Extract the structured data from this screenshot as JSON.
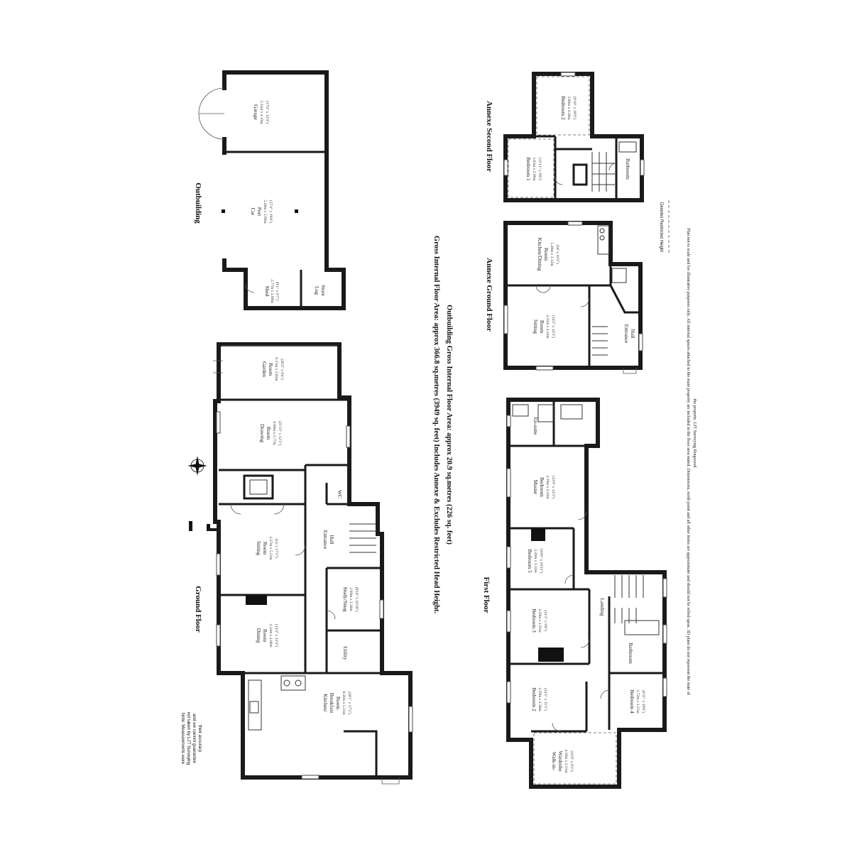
{
  "floors": {
    "ground": "Ground Floor",
    "first": "First Floor",
    "outbuilding": "Outbuilding",
    "annexe_ground": "Annexe Ground Floor",
    "annexe_second": "Annexe Second Floor"
  },
  "rooms": {
    "garage": {
      "name": "Garage",
      "dims": "5.33m x 4.19m",
      "imp": "(17'6\" x 13'9\")"
    },
    "carport": {
      "name1": "Car",
      "name2": "Port",
      "dims": "5.28m x 5.99m",
      "imp": "(17'4\" x 19'8\")"
    },
    "shed": {
      "name": "Shed",
      "dims": "2.77m x 2.00m",
      "imp": "(9'1\" x 6'7\")"
    },
    "logstore": {
      "name1": "Log",
      "name2": "Store"
    },
    "garden_room": {
      "name1": "Garden",
      "name2": "Room",
      "dims": "6.15m x 2.84m",
      "imp": "(20'2\" x 9'4\")"
    },
    "drawing_room": {
      "name1": "Drawing",
      "name2": "Room",
      "dims": "6.68m x 3.77m",
      "imp": "(21'11\" x 12'5\")"
    },
    "sitting_room": {
      "name1": "Sitting",
      "name2": "Room",
      "dims": "4.27m x 5.21m",
      "imp": "(14' x 17'1\")"
    },
    "wc": {
      "name": "WC"
    },
    "entrance_hall": {
      "name1": "Entrance",
      "name2": "Hall"
    },
    "study": {
      "name": "Study/Snug",
      "dims": "2.69m x 3.30m",
      "imp": "(8'10\" x 10'10\")"
    },
    "dining_room": {
      "name1": "Dining",
      "name2": "Room",
      "dims": "4.34m x 4.06m",
      "imp": "(14'3\" x 13'4\")"
    },
    "utility": {
      "name": "Utility"
    },
    "kitchen": {
      "name1": "Kitchen/",
      "name2": "Breakfast",
      "name3": "Room",
      "dims": "8.56m x 5.31m",
      "imp": "(28'1\" x 17'5\")"
    },
    "ensuite": {
      "name": "En-suite"
    },
    "master": {
      "name1": "Master",
      "name2": "Bedroom",
      "dims": "4.19m x 4.34m",
      "imp": "(13'9\" x 14'3\")"
    },
    "bedroom5": {
      "name": "Bedroom 5",
      "dims": "3.20m x 3.33m",
      "imp": "(10'6\" x 10'11\")"
    },
    "landing": {
      "name": "Landing"
    },
    "bedroom3": {
      "name": "Bedroom 3",
      "dims": "4.29m x 2.95m",
      "imp": "(14'1\" x 9'8\")"
    },
    "bathroom_ff": {
      "name": "Bathroom"
    },
    "bedroom2_ff": {
      "name": "Bedroom 2",
      "dims": "4.29m x 3.38m",
      "imp": "(14'1\" x 11'1\")"
    },
    "bedroom4": {
      "name": "Bedroom 4",
      "dims": "2.72m x 3.25m",
      "imp": "(8'11\" x 10'8\")"
    },
    "walkin": {
      "name1": "Walk-in-",
      "name2": "Wardrobe",
      "dims": "4.50m x 2.51m",
      "imp": "(14'9\" x 8'3\")"
    },
    "annexe_kitchen": {
      "name1": "Kitchen/Dining",
      "name2": "Room",
      "dims": "5.49m x 3.12m",
      "imp": "(18' x 10'3\")"
    },
    "annexe_sitting": {
      "name1": "Sitting",
      "name2": "Room",
      "dims": "4.32m x 4.34m",
      "imp": "(14'2\" x 14'3\")"
    },
    "annexe_entrance": {
      "name1": "Entrance",
      "name2": "Hall"
    },
    "annexe_bed1": {
      "name": "Bedroom 1",
      "dims": "3.63m x 2.99m",
      "imp": "(11'11\" x 9'8\")"
    },
    "annexe_bed2": {
      "name": "Bedroom 2",
      "dims": "3.00m x 3.28m",
      "imp": "(9'10\" x 10'9\")"
    },
    "annexe_bath": {
      "name": "Bathroom"
    }
  },
  "areas": {
    "line1": "Gross Internal Floor Area: approx 366.8 sq.metres (3949 sq. feet) Includes Annexe & Excludes Restricted Head Height.",
    "line2": "Outbuilding Gross Internal Floor Area: approx 20.9 sq.metres (226 sq. feet)"
  },
  "legend": "Denotes Restricted Height",
  "note": {
    "line1": "Note: Measurements were",
    "line2": "not taken by LJT Surveying",
    "line3": "and we cannot guarantee",
    "line4": "their accuracy"
  },
  "disclaimer": {
    "line1": "Plan not to scale and for illustrative purposes only. All internal spaces attached to the main property are included in the floor area stated. Dimensions, north point and all other items are approximate and should not be relied upon. 3D plans do not represent the state of",
    "line2": "the property. LJT Surveying Ringwood"
  },
  "icons": {
    "compass": "north-point-compass-icon"
  }
}
